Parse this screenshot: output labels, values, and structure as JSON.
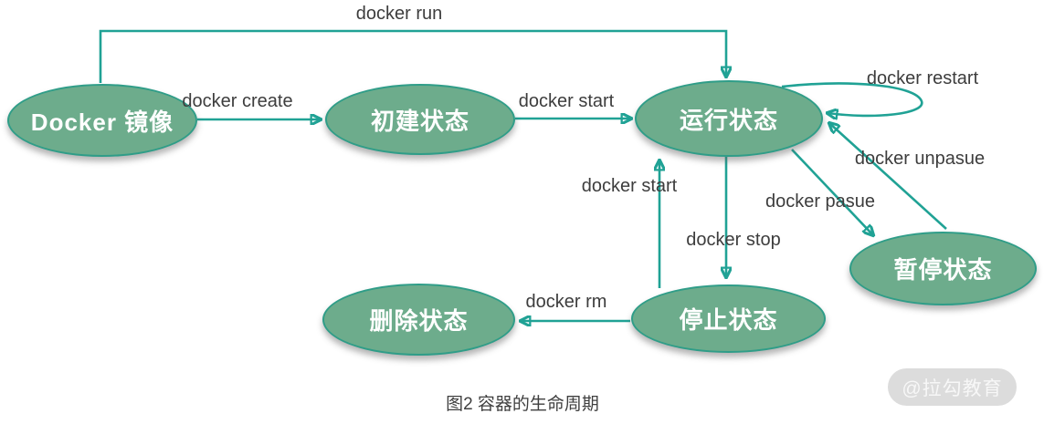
{
  "diagram": {
    "title_caption": "图2 容器的生命周期",
    "watermark": "@拉勾教育",
    "colors": {
      "node_fill": "#6dac8c",
      "node_border": "#2f9d88",
      "arrow": "#20a295",
      "edge_label_text": "#3d3d3d",
      "node_text": "#ffffff",
      "watermark_bg": "#dcdcdc",
      "watermark_text": "#f7f7f7"
    },
    "nodes": [
      {
        "id": "docker-image",
        "label": "Docker 镜像"
      },
      {
        "id": "created-state",
        "label": "初建状态"
      },
      {
        "id": "running-state",
        "label": "运行状态"
      },
      {
        "id": "paused-state",
        "label": "暂停状态"
      },
      {
        "id": "stopped-state",
        "label": "停止状态"
      },
      {
        "id": "removed-state",
        "label": "删除状态"
      }
    ],
    "edges": [
      {
        "id": "run",
        "label": "docker run",
        "from": "docker-image",
        "to": "running-state"
      },
      {
        "id": "create",
        "label": "docker create",
        "from": "docker-image",
        "to": "created-state"
      },
      {
        "id": "start-1",
        "label": "docker start",
        "from": "created-state",
        "to": "running-state"
      },
      {
        "id": "restart",
        "label": "docker restart",
        "from": "running-state",
        "to": "running-state"
      },
      {
        "id": "unpause",
        "label": "docker unpasue",
        "from": "paused-state",
        "to": "running-state"
      },
      {
        "id": "pause",
        "label": "docker pasue",
        "from": "running-state",
        "to": "paused-state"
      },
      {
        "id": "stop",
        "label": "docker stop",
        "from": "running-state",
        "to": "stopped-state"
      },
      {
        "id": "start-2",
        "label": "docker start",
        "from": "stopped-state",
        "to": "running-state"
      },
      {
        "id": "rm",
        "label": "docker rm",
        "from": "stopped-state",
        "to": "removed-state"
      }
    ]
  }
}
